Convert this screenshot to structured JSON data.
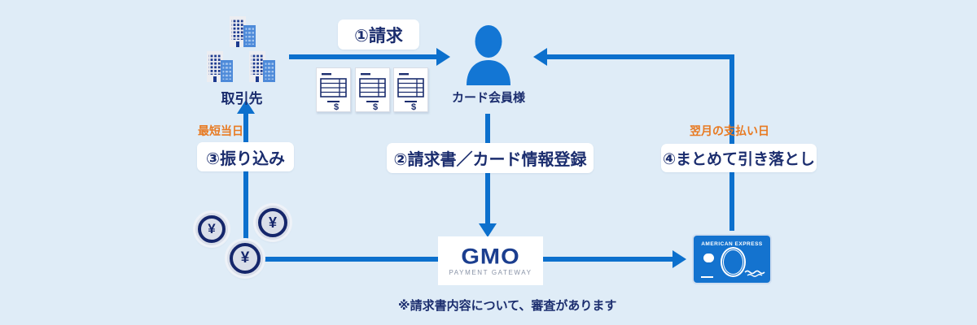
{
  "diagram": {
    "background_color": "#dfecf7",
    "line_color": "#0c70cd",
    "navy_color": "#1b2d6e",
    "orange_color": "#e87a22"
  },
  "nodes": {
    "partner": {
      "label": "取引先"
    },
    "member": {
      "label": "カード会員様"
    },
    "gmo": {
      "title": "GMO",
      "subtitle": "PAYMENT GATEWAY"
    },
    "amex": {
      "brand": "AMERICAN EXPRESS"
    }
  },
  "steps": {
    "s1": {
      "label": "①請求"
    },
    "s2": {
      "label": "②請求書／カード情報登録"
    },
    "s3": {
      "label": "③振り込み",
      "note": "最短当日"
    },
    "s4": {
      "label": "④まとめて引き落とし",
      "note": "翌月の支払い日"
    }
  },
  "symbols": {
    "yen": "¥",
    "dollar": "$"
  },
  "footnote": "※請求書内容について、審査があります"
}
